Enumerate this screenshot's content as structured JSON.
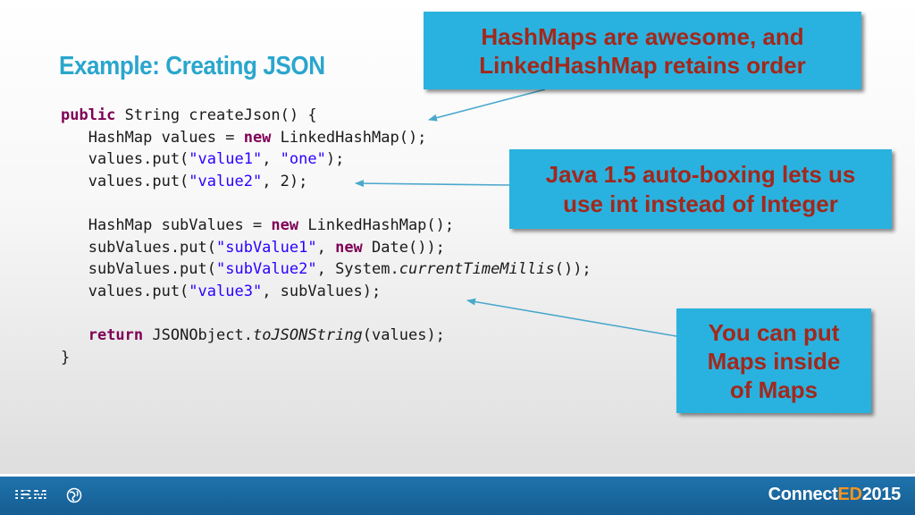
{
  "slide": {
    "title": "Example: Creating JSON"
  },
  "code": {
    "kw_public": "public",
    "l1_rest": " String createJson() {",
    "l2_a": "   HashMap values = ",
    "kw_new": "new",
    "l2_b": " LinkedHashMap();",
    "l3_a": "   values.put(",
    "l3_s1": "\"value1\"",
    "l3_b": ", ",
    "l3_s2": "\"one\"",
    "l3_c": ");",
    "l4_a": "   values.put(",
    "l4_s1": "\"value2\"",
    "l4_b": ", 2);",
    "l6_a": "   HashMap subValues = ",
    "l6_b": " LinkedHashMap();",
    "l7_a": "   subValues.put(",
    "l7_s1": "\"subValue1\"",
    "l7_b": ", ",
    "l7_c": " Date());",
    "l8_a": "   subValues.put(",
    "l8_s1": "\"subValue2\"",
    "l8_b": ", System.",
    "l8_i": "currentTimeMillis",
    "l8_c": "());",
    "l9_a": "   values.put(",
    "l9_s1": "\"value3\"",
    "l9_b": ", subValues);",
    "l11_indent": "   ",
    "kw_return": "return",
    "l11_b": " JSONObject.",
    "l11_i": "toJSONString",
    "l11_c": "(values);",
    "l12": "}"
  },
  "callouts": {
    "hashmaps_line1": "HashMaps are awesome, and",
    "hashmaps_line2": "LinkedHashMap retains order",
    "autoboxing_line1": "Java 1.5 auto-boxing lets us",
    "autoboxing_line2": "use int instead of Integer",
    "maps_line1": "You can put",
    "maps_line2": "Maps inside",
    "maps_line3": "of Maps"
  },
  "colors": {
    "title": "#2aa6cd",
    "callout_bg": "#29b2df",
    "callout_text": "#a2281c",
    "keyword": "#7f0055",
    "string": "#2a00ff",
    "footer": "#1f73ad",
    "brand_accent": "#f7941d"
  },
  "footer": {
    "logo": "IBM",
    "brand_prefix": "Connect",
    "brand_accent": "ED",
    "brand_year": "2015"
  },
  "icons": {
    "footer_globe": "globe-icon"
  }
}
